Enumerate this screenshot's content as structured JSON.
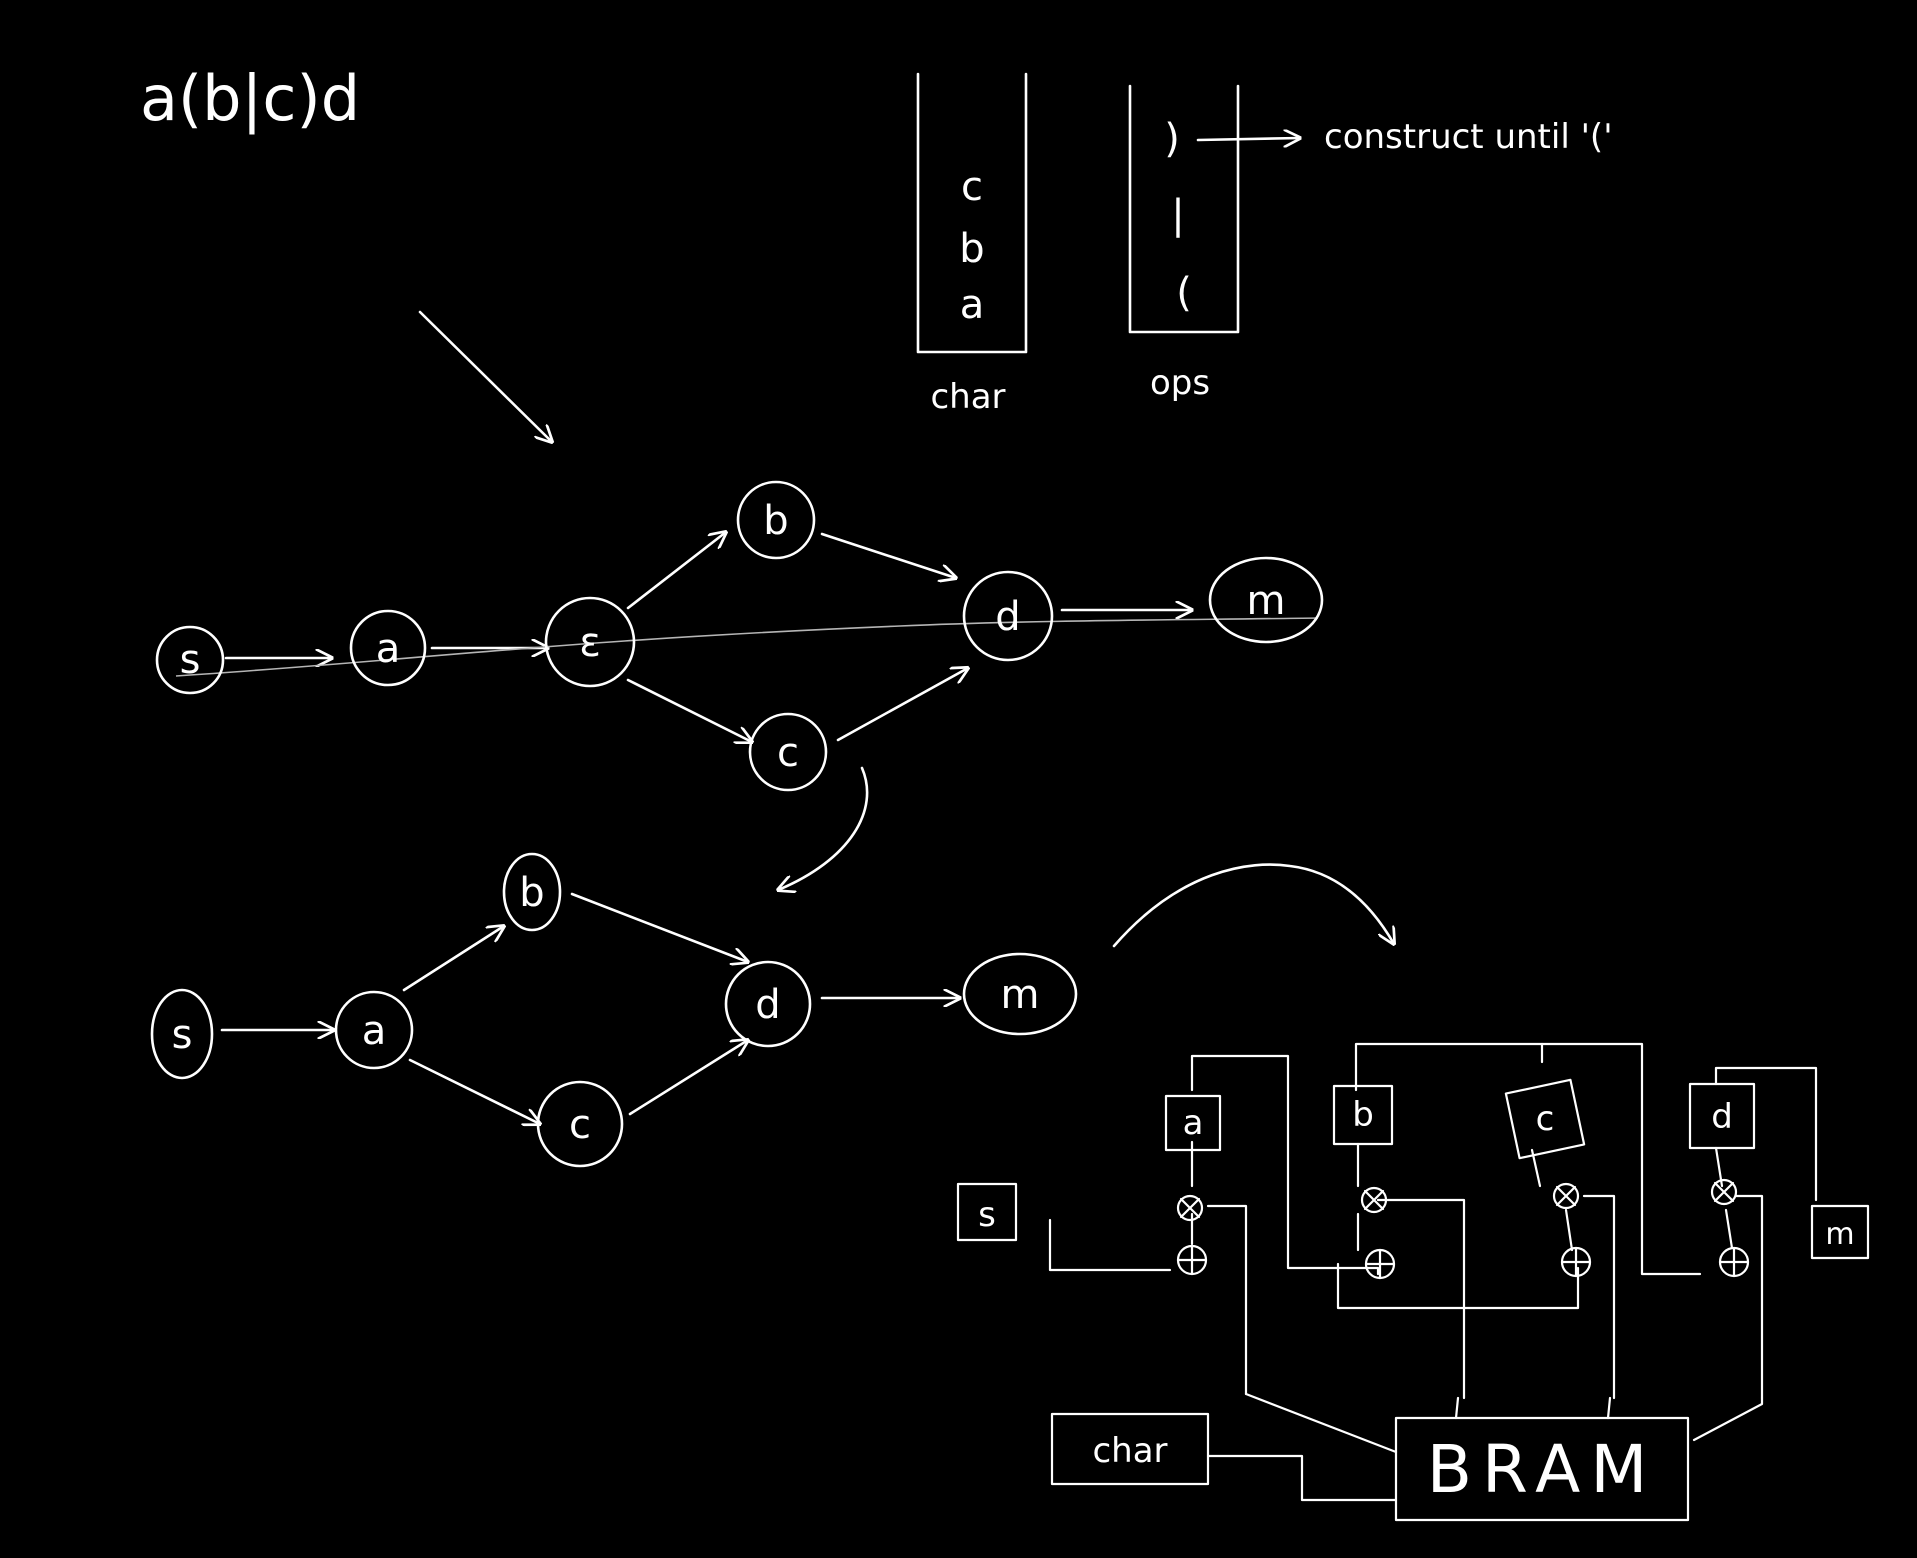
{
  "regex": "a(b|c)d",
  "stacks": {
    "char": {
      "label": "char",
      "items": [
        "c",
        "b",
        "a"
      ]
    },
    "ops": {
      "label": "ops",
      "items": [
        ")",
        "|",
        "("
      ]
    },
    "note": "construct until '('"
  },
  "nfa_epsilon": {
    "nodes": {
      "s": "s",
      "a": "a",
      "eps": "ε",
      "b": "b",
      "c": "c",
      "d": "d",
      "m": "m"
    }
  },
  "nfa_reduced": {
    "nodes": {
      "s": "s",
      "a": "a",
      "b": "b",
      "c": "c",
      "d": "d",
      "m": "m"
    }
  },
  "hardware": {
    "blocks": {
      "s": "s",
      "a": "a",
      "b": "b",
      "c": "c",
      "d": "d",
      "m": "m"
    },
    "char": "char",
    "bram": "BRAM"
  },
  "colors": {
    "background": "#000000",
    "ink": "#ffffff"
  }
}
